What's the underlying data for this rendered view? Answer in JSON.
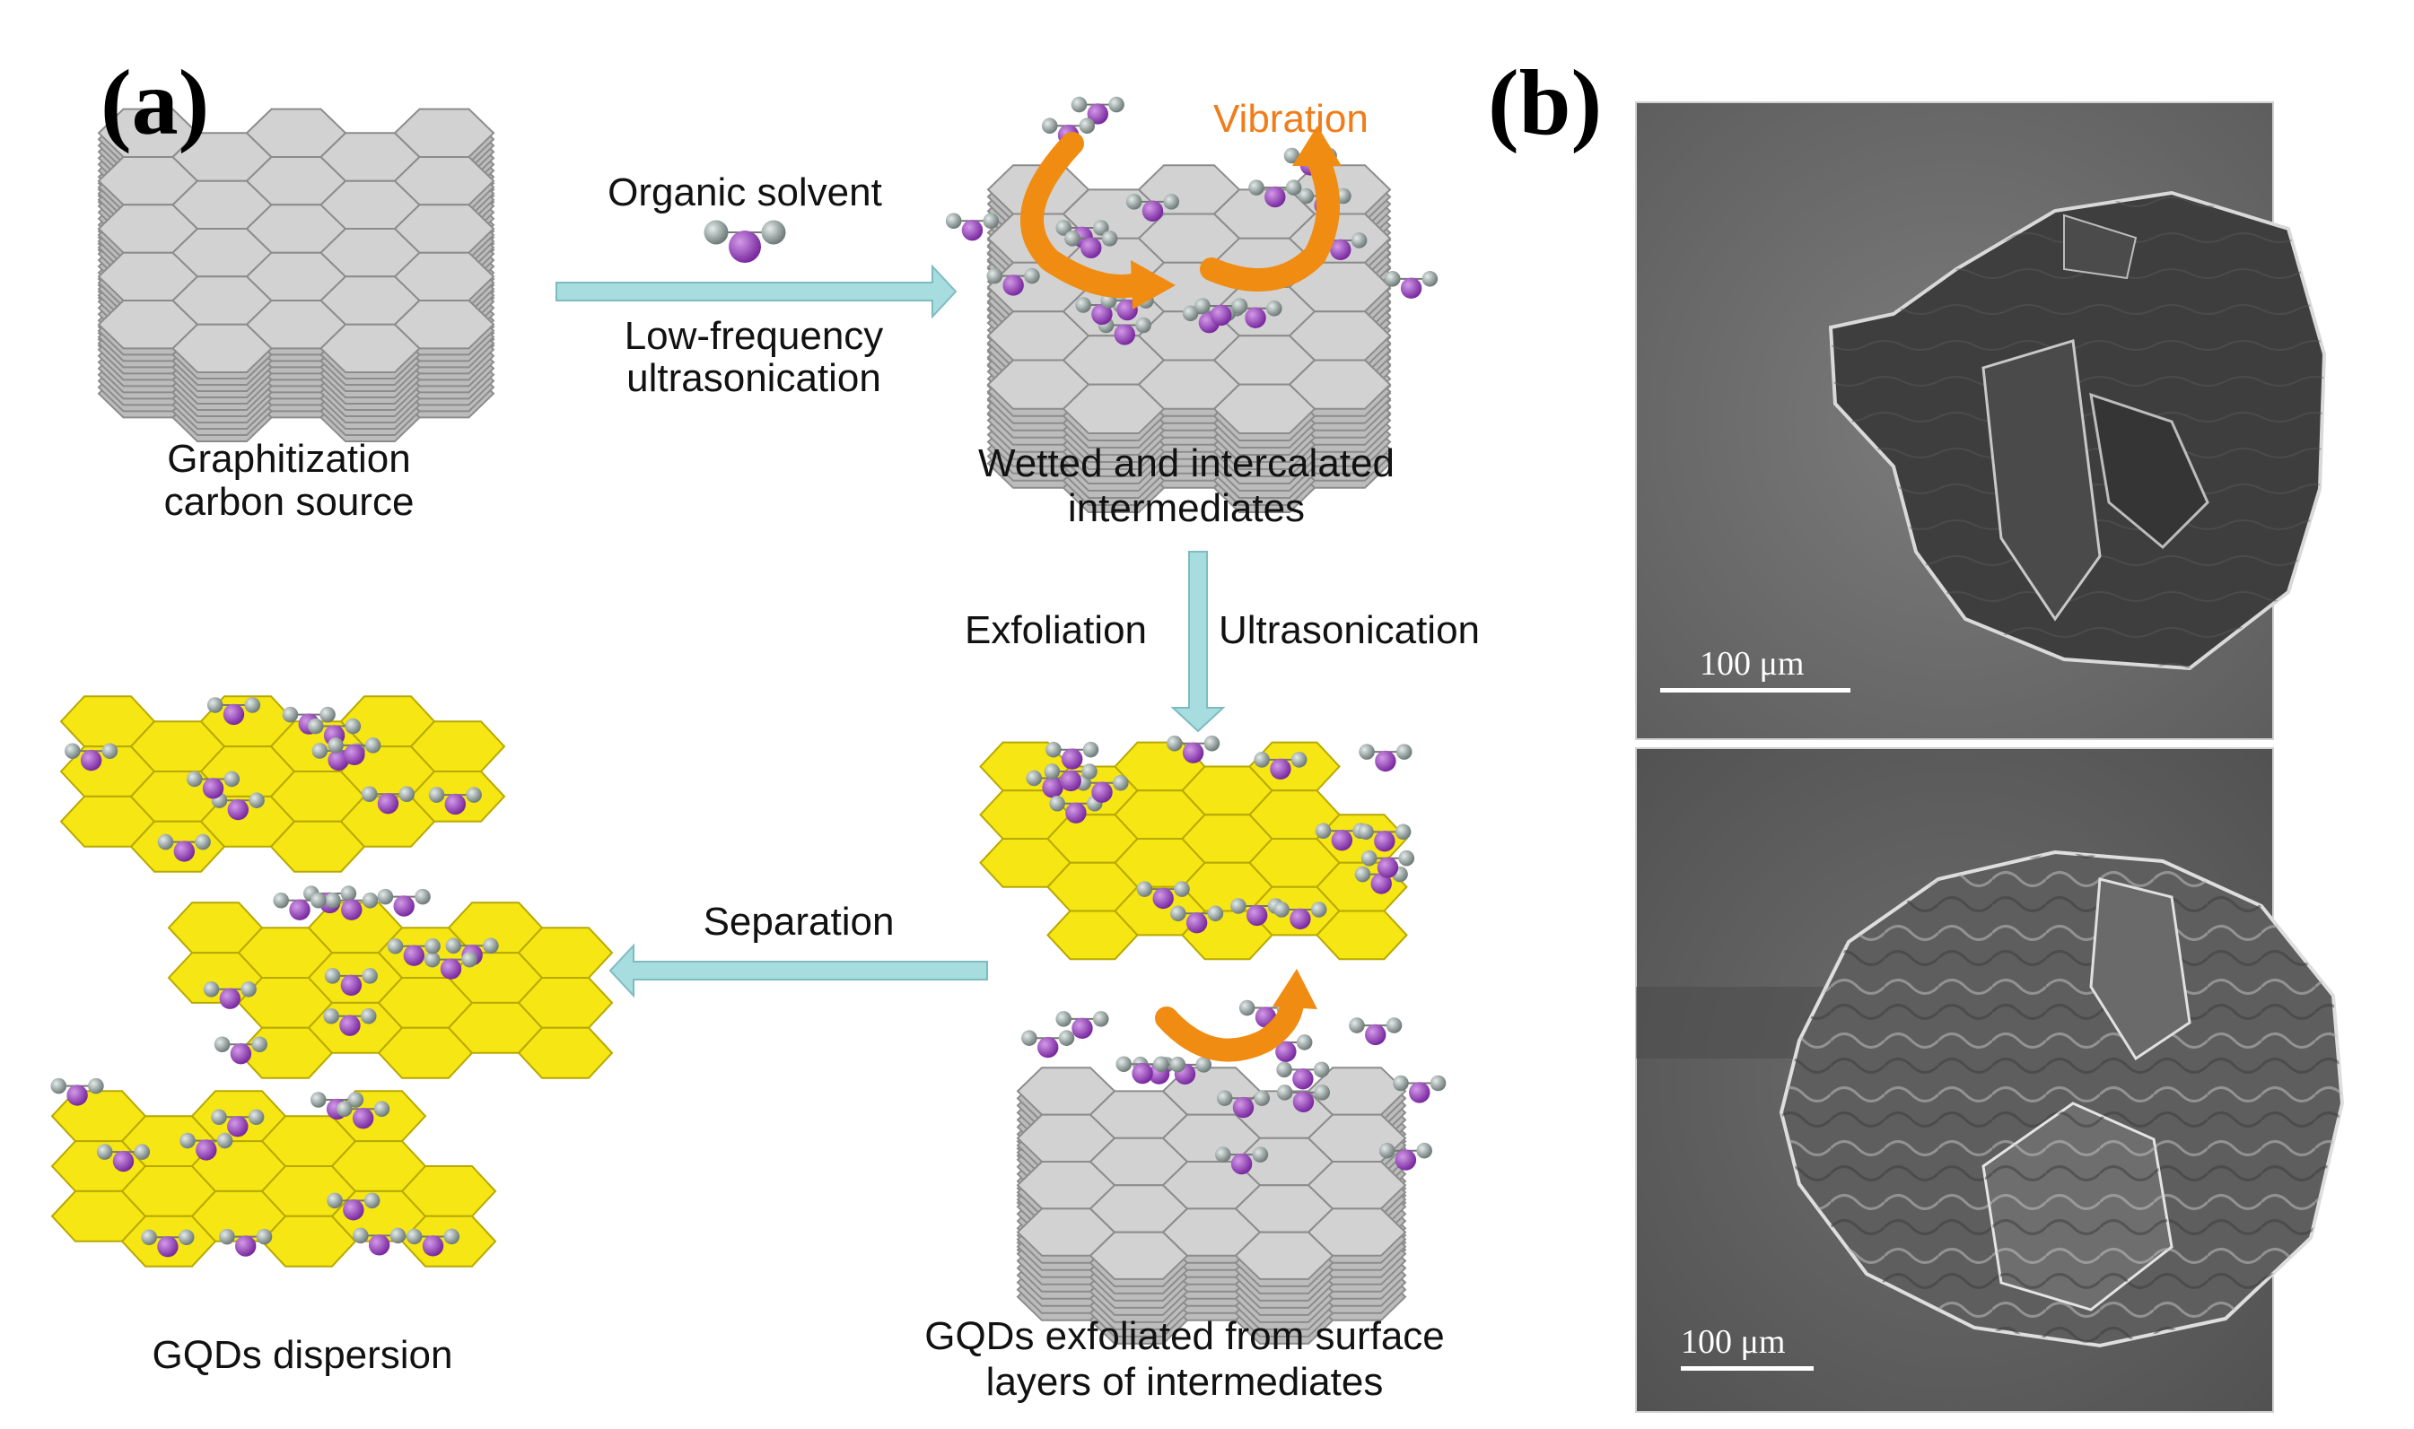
{
  "panels": {
    "a": "(a)",
    "b": "(b)"
  },
  "labels": {
    "organic_solvent": "Organic solvent",
    "low_frequency": "Low-frequency",
    "ultrasonication_1": "ultrasonication",
    "vibration": "Vibration",
    "graphitization": "Graphitization",
    "carbon_source": "carbon source",
    "wetted": "Wetted and intercalated",
    "intermediates": "intermediates",
    "exfoliation": "Exfoliation",
    "ultrasonication_2": "Ultrasonication",
    "separation": "Separation",
    "gqds_dispersion": "GQDs dispersion",
    "gqds_exfoliated": "GQDs exfoliated from surface",
    "layers_of": "layers of intermediates"
  },
  "sem": {
    "scale_top": "100 μm",
    "scale_bottom": "100 μm"
  },
  "colors": {
    "graphite_fill": "#d2d2d2",
    "graphite_stroke": "#8c8c8c",
    "gqd_fill": "#f5e614",
    "gqd_stroke": "#b8a800",
    "process_arrow": "#a8dde0",
    "vibration_arrow": "#f08c12",
    "molecule_core": "#9b3fc0",
    "molecule_side": "#8f9a98",
    "vibration_text": "#f07d1a"
  }
}
